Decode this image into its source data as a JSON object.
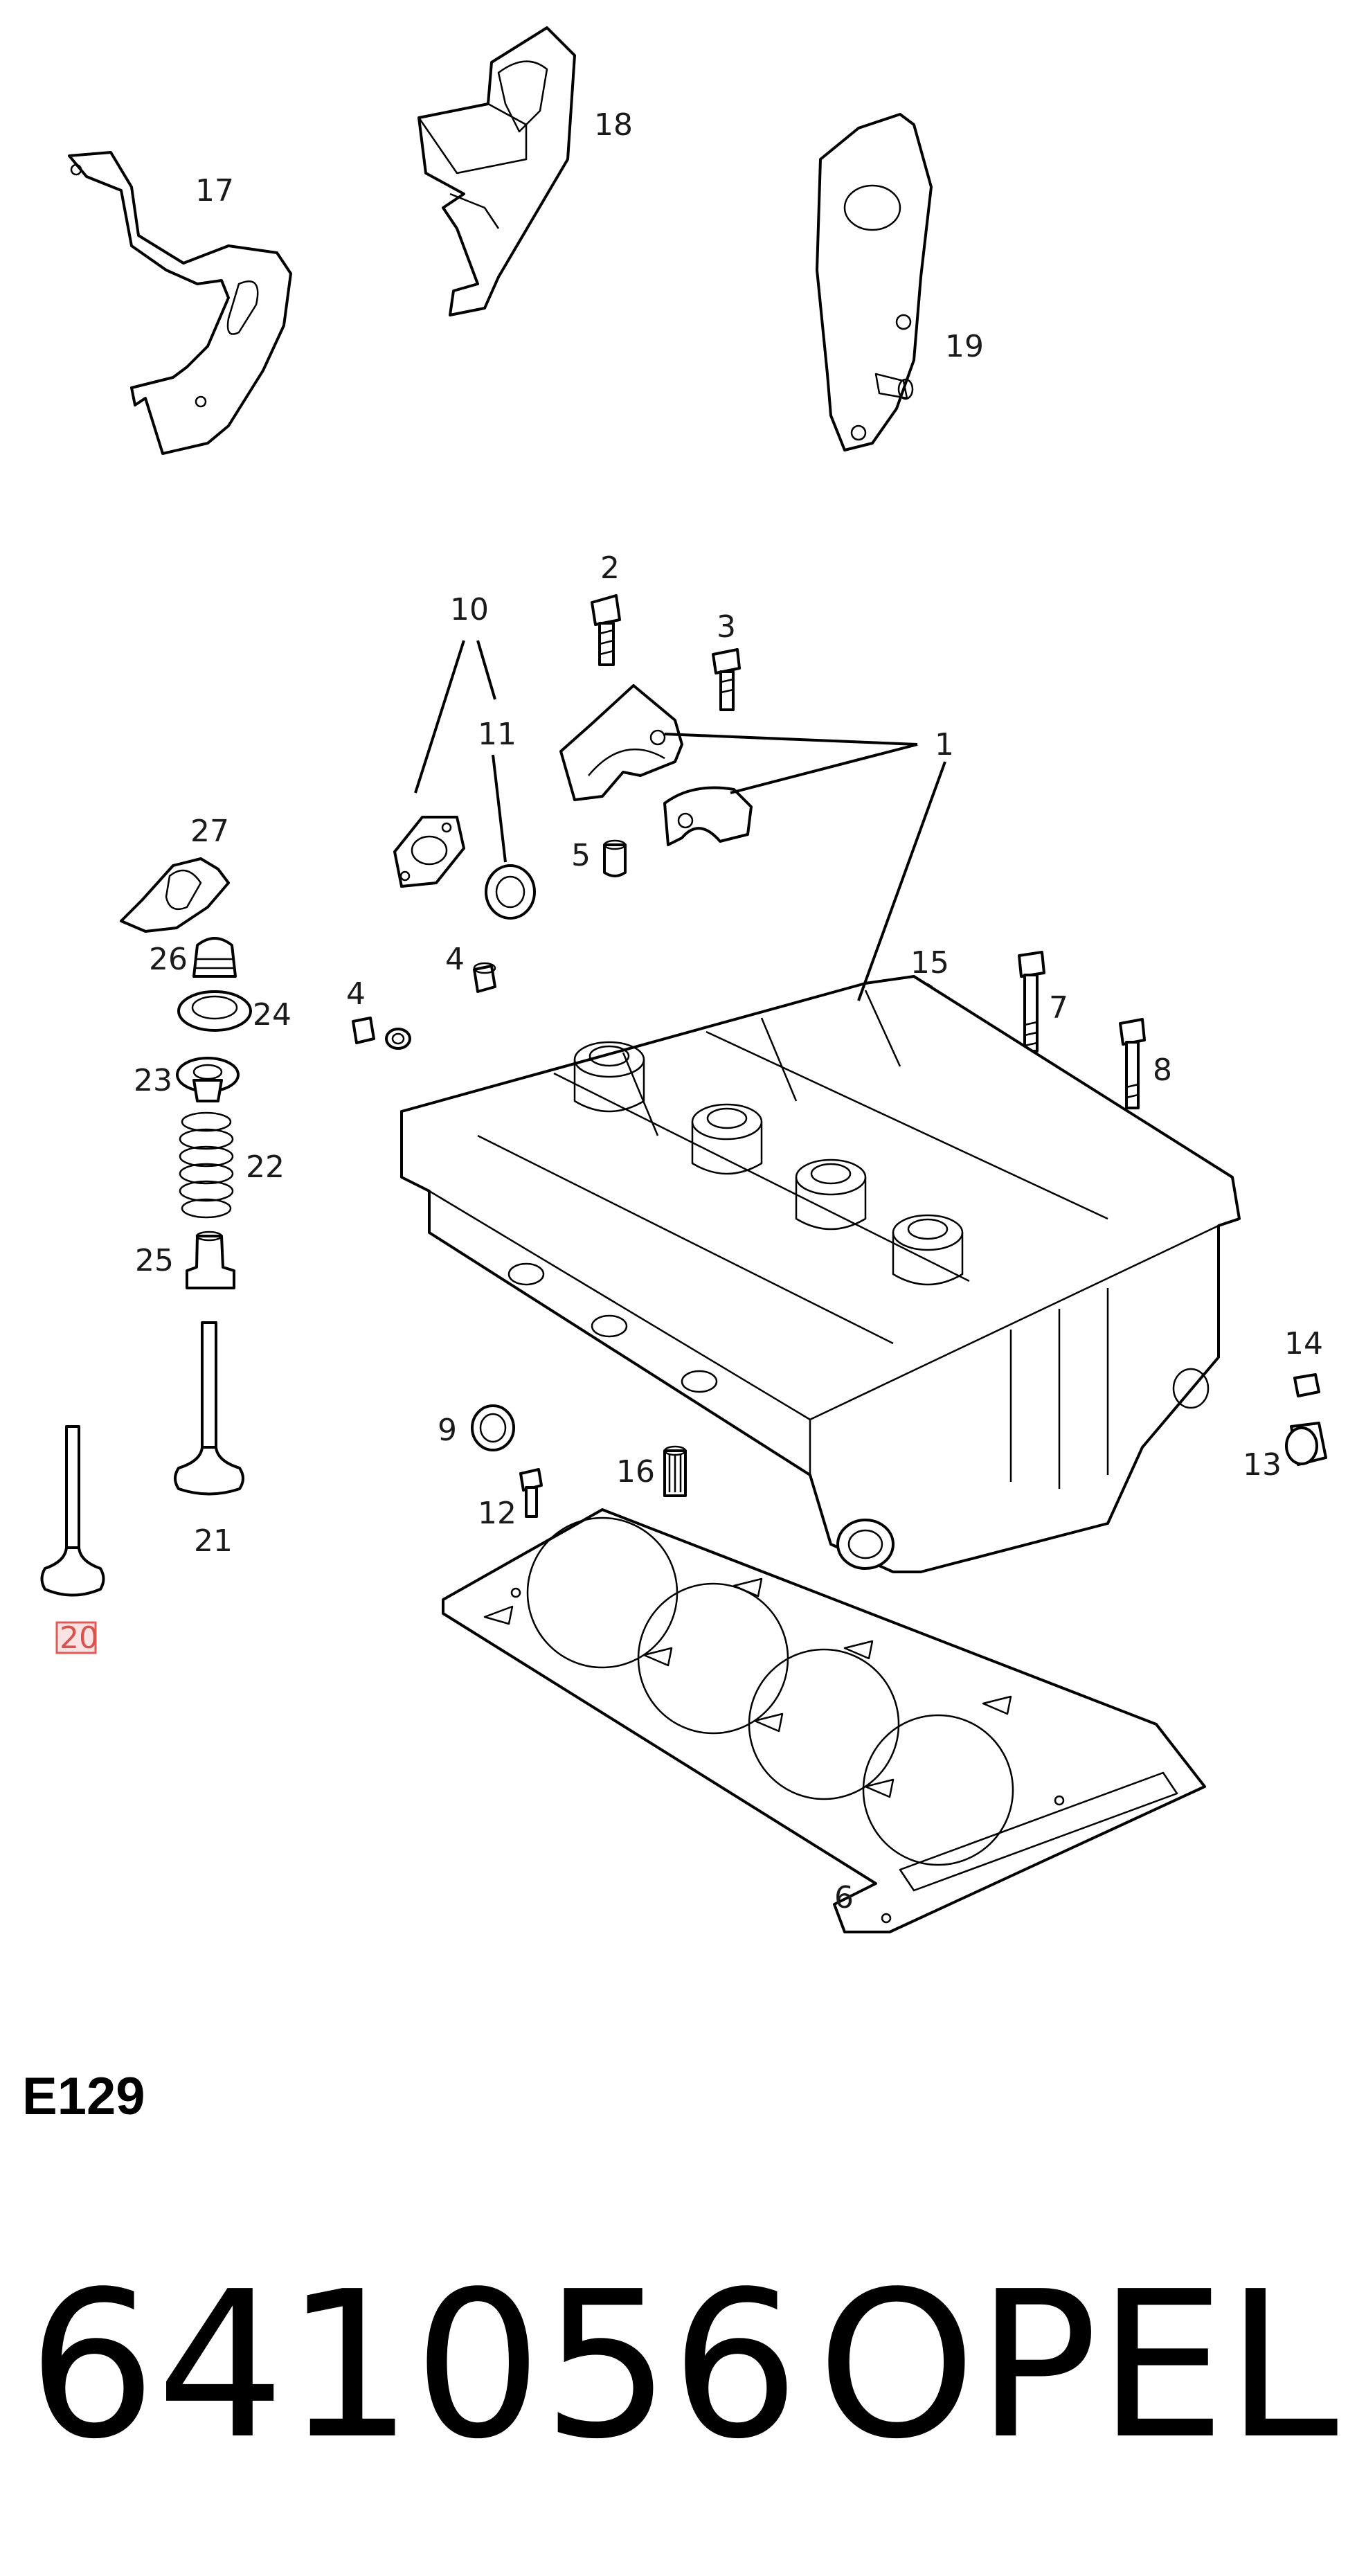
{
  "diagram_code": "E129",
  "part_number": "641056",
  "brand": "OPEL",
  "highlighted_callout": "20",
  "callouts": [
    {
      "id": "c1",
      "text": "1"
    },
    {
      "id": "c2",
      "text": "2"
    },
    {
      "id": "c3",
      "text": "3"
    },
    {
      "id": "c4a",
      "text": "4"
    },
    {
      "id": "c4b",
      "text": "4"
    },
    {
      "id": "c5",
      "text": "5"
    },
    {
      "id": "c6",
      "text": "6"
    },
    {
      "id": "c7",
      "text": "7"
    },
    {
      "id": "c8",
      "text": "8"
    },
    {
      "id": "c9",
      "text": "9"
    },
    {
      "id": "c10",
      "text": "10"
    },
    {
      "id": "c11",
      "text": "11"
    },
    {
      "id": "c12",
      "text": "12"
    },
    {
      "id": "c13",
      "text": "13"
    },
    {
      "id": "c14",
      "text": "14"
    },
    {
      "id": "c15",
      "text": "15"
    },
    {
      "id": "c16",
      "text": "16"
    },
    {
      "id": "c17",
      "text": "17"
    },
    {
      "id": "c18",
      "text": "18"
    },
    {
      "id": "c19",
      "text": "19"
    },
    {
      "id": "c20",
      "text": "20"
    },
    {
      "id": "c21",
      "text": "21"
    },
    {
      "id": "c22",
      "text": "22"
    },
    {
      "id": "c23",
      "text": "23"
    },
    {
      "id": "c24",
      "text": "24"
    },
    {
      "id": "c25",
      "text": "25"
    },
    {
      "id": "c26",
      "text": "26"
    },
    {
      "id": "c27",
      "text": "27"
    }
  ]
}
